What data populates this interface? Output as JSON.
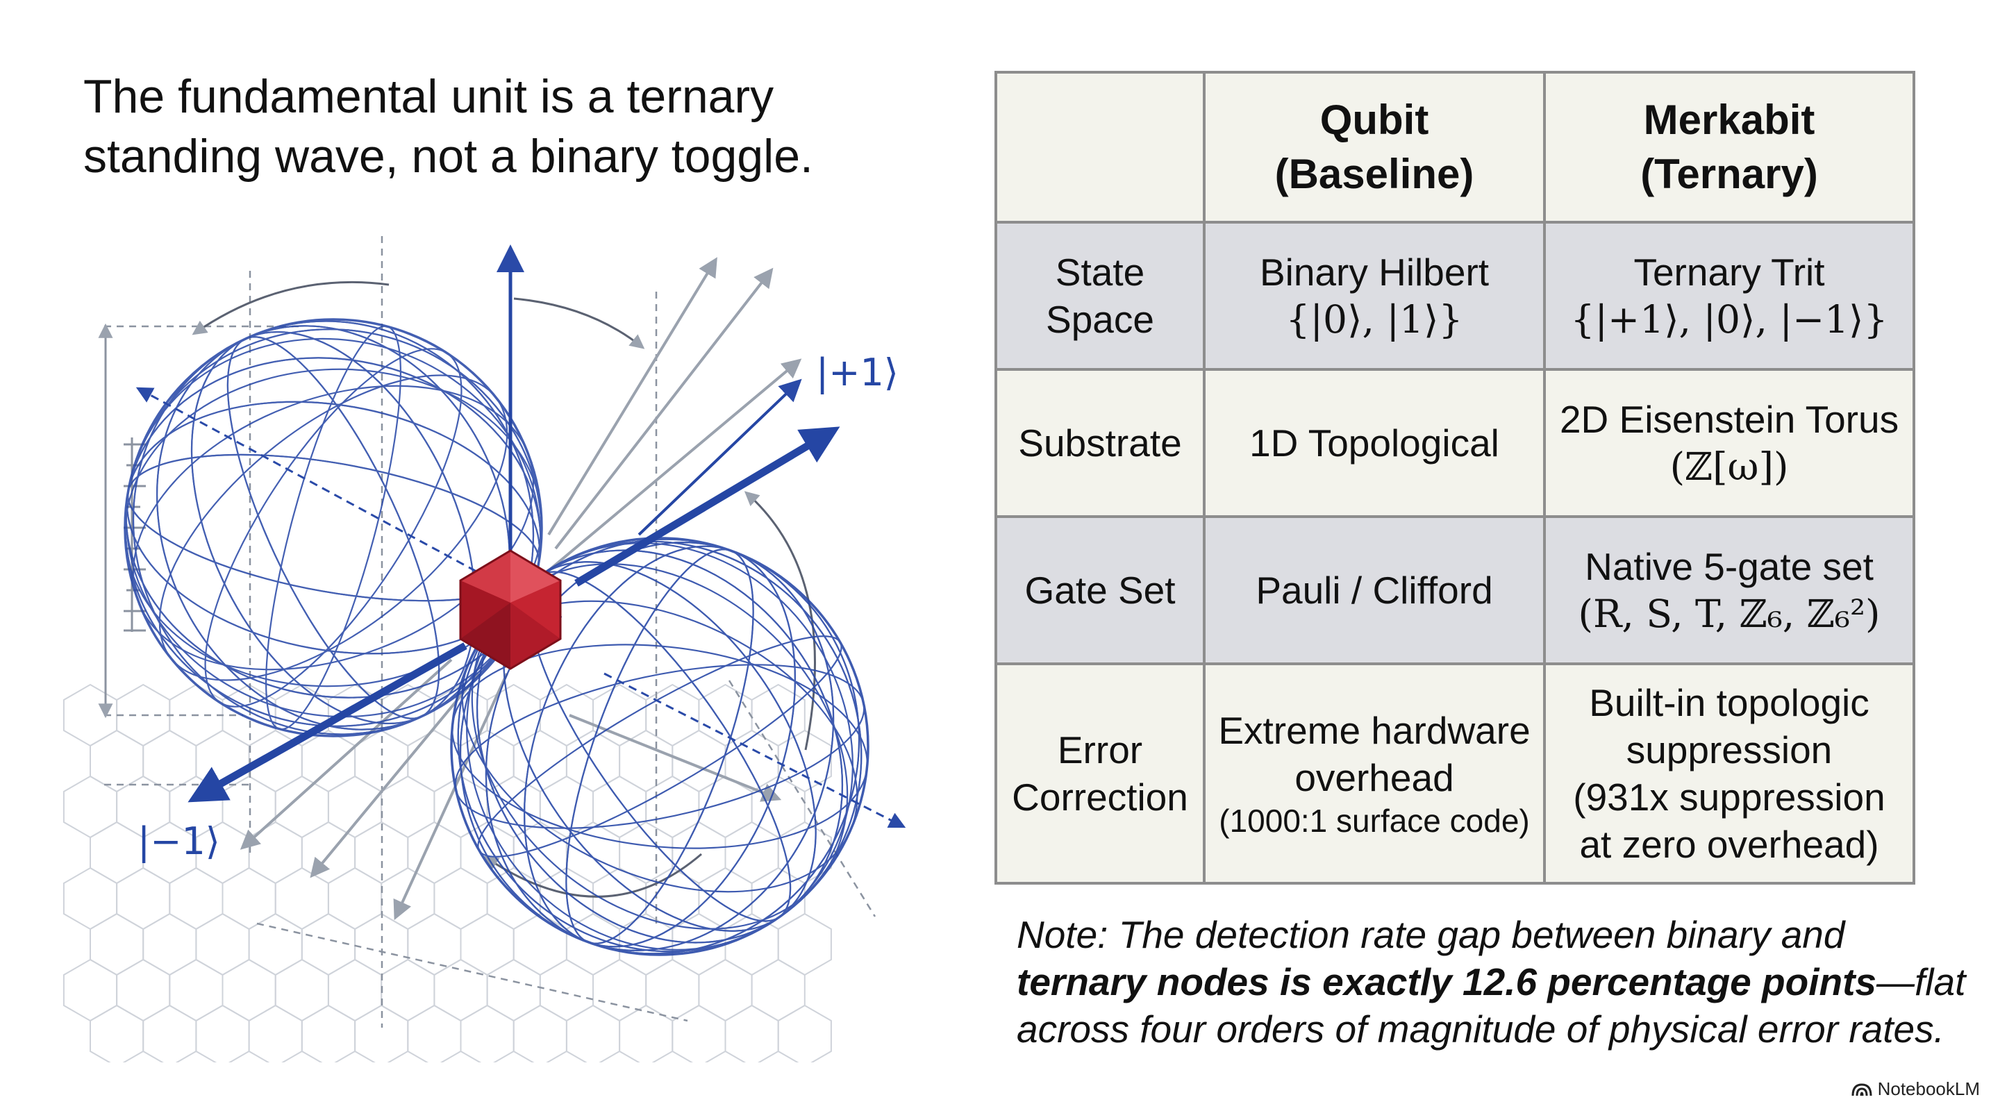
{
  "headline": {
    "line1": "The fundamental unit is a ternary",
    "line2": "standing wave, not a binary toggle."
  },
  "diagram": {
    "plus_label": "|+1⟩",
    "minus_label": "|−1⟩",
    "colors": {
      "wire": "#2a4aa8",
      "arrow": "#2546a4",
      "crystal": "#c9232f",
      "guide": "#9aa2ae"
    }
  },
  "table": {
    "headers": {
      "col1": {
        "line1": "Qubit",
        "line2": "(Baseline)"
      },
      "col2": {
        "line1": "Merkabit",
        "line2": "(Ternary)"
      }
    },
    "rows": [
      {
        "label": [
          "State",
          "Space"
        ],
        "qubit": [
          "Binary Hilbert",
          "{|0⟩, |1⟩}"
        ],
        "merkabit": [
          "Ternary Trit",
          "{|+1⟩, |0⟩, |−1⟩}"
        ]
      },
      {
        "label": [
          "Substrate"
        ],
        "qubit": [
          "1D Topological"
        ],
        "merkabit": [
          "2D Eisenstein Torus",
          "(ℤ[ω])"
        ]
      },
      {
        "label": [
          "Gate Set"
        ],
        "qubit": [
          "Pauli / Clifford"
        ],
        "merkabit": [
          "Native 5-gate set",
          "(R, S, T, ℤ₆, ℤ₆²)"
        ]
      },
      {
        "label": [
          "Error",
          "Correction"
        ],
        "qubit": [
          "Extreme hardware",
          "overhead",
          "(1000:1 surface code)"
        ],
        "merkabit": [
          "Built-in topologic",
          "suppression",
          "(931x suppression",
          "at zero overhead)"
        ]
      }
    ],
    "colors": {
      "light_row": "#f3f3ec",
      "dark_row": "#dcdde2",
      "border": "#8d8d8d"
    }
  },
  "note": {
    "line1": "Note: The detection rate gap between binary and",
    "line2_bold": "ternary nodes is exactly 12.6 percentage points",
    "line2_rest": "—flat",
    "line3": "across four orders of magnitude of physical error rates."
  },
  "brand": {
    "name": "NotebookLM",
    "icon": "notebooklm-logo-icon"
  }
}
